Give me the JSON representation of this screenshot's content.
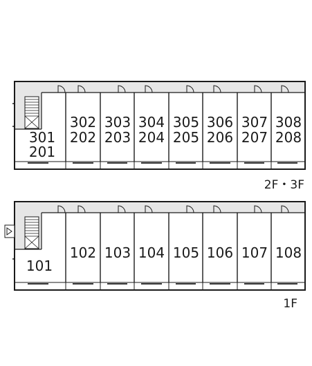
{
  "floors": [
    {
      "id": "upper",
      "caption": "2F・3F",
      "first_unit": {
        "lines": [
          "301",
          "201"
        ]
      },
      "units": [
        {
          "lines": [
            "302",
            "202"
          ]
        },
        {
          "lines": [
            "303",
            "203"
          ]
        },
        {
          "lines": [
            "304",
            "204"
          ]
        },
        {
          "lines": [
            "305",
            "205"
          ]
        },
        {
          "lines": [
            "306",
            "206"
          ]
        },
        {
          "lines": [
            "307",
            "207"
          ]
        },
        {
          "lines": [
            "308",
            "208"
          ]
        }
      ]
    },
    {
      "id": "ground",
      "caption": "1F",
      "first_unit": {
        "lines": [
          "101"
        ]
      },
      "units": [
        {
          "lines": [
            "102"
          ]
        },
        {
          "lines": [
            "103"
          ]
        },
        {
          "lines": [
            "104"
          ]
        },
        {
          "lines": [
            "105"
          ]
        },
        {
          "lines": [
            "106"
          ]
        },
        {
          "lines": [
            "107"
          ]
        },
        {
          "lines": [
            "108"
          ]
        }
      ]
    }
  ],
  "colors": {
    "line": "#1a1a1a",
    "corridor_fill": "#e6e6e6",
    "stair_fill": "#ffffff"
  }
}
